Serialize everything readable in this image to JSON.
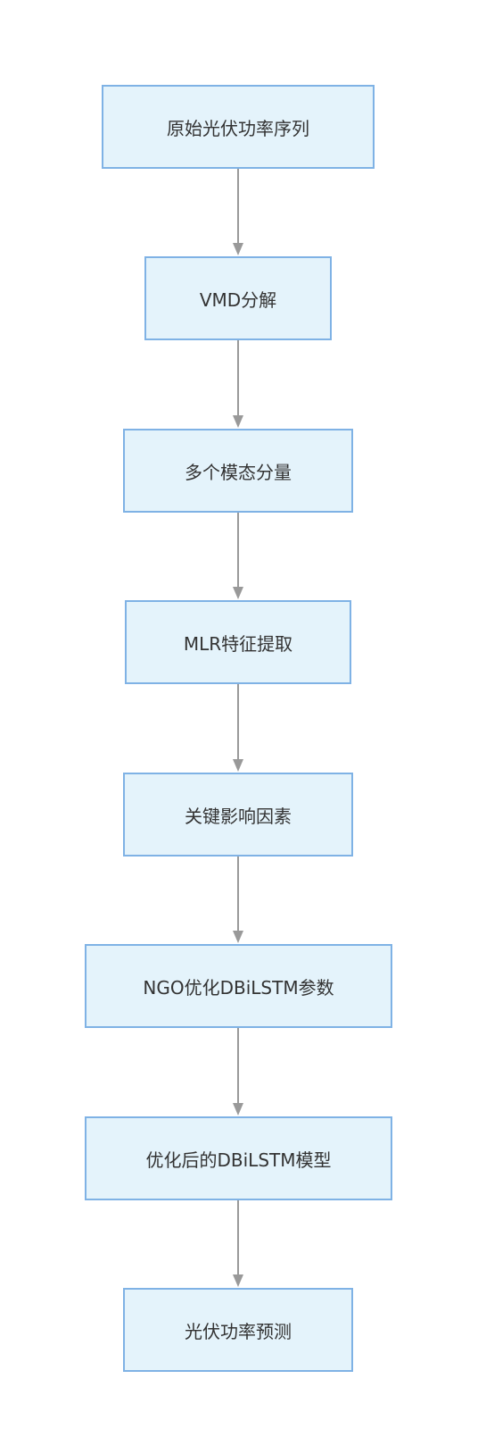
{
  "nodes": [
    {
      "id": "n1",
      "label": "原始光伏功率序列"
    },
    {
      "id": "n2",
      "label": "VMD分解"
    },
    {
      "id": "n3",
      "label": "多个模态分量"
    },
    {
      "id": "n4",
      "label": "MLR特征提取"
    },
    {
      "id": "n5",
      "label": "关键影响因素"
    },
    {
      "id": "n6",
      "label": "NGO优化DBiLSTM参数"
    },
    {
      "id": "n7",
      "label": "优化后的DBiLSTM模型"
    },
    {
      "id": "n8",
      "label": "光伏功率预测"
    }
  ],
  "edges": [
    {
      "from": "n1",
      "to": "n2"
    },
    {
      "from": "n2",
      "to": "n3"
    },
    {
      "from": "n3",
      "to": "n4"
    },
    {
      "from": "n4",
      "to": "n5"
    },
    {
      "from": "n5",
      "to": "n6"
    },
    {
      "from": "n6",
      "to": "n7"
    },
    {
      "from": "n7",
      "to": "n8"
    }
  ],
  "colors": {
    "node_fill": "#e4f3fb",
    "node_border": "#7fb2e5",
    "edge": "#999999",
    "text": "#333333"
  }
}
